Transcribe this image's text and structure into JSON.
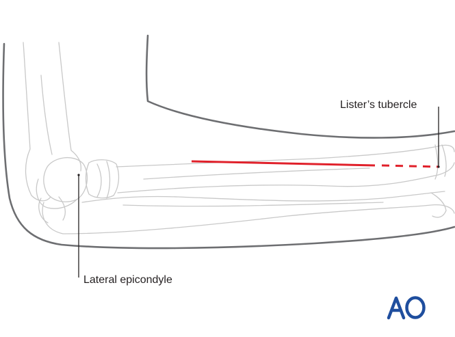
{
  "labels": {
    "listers_tubercle": "Lister’s tubercle",
    "lateral_epicondyle": "Lateral epicondyle"
  },
  "logo": {
    "text": "AO",
    "color": "#1f4e9e"
  },
  "colors": {
    "outline": "#c8c8c8",
    "skin": "#6d6e71",
    "leader": "#231f20",
    "incision": "#e0202a"
  }
}
